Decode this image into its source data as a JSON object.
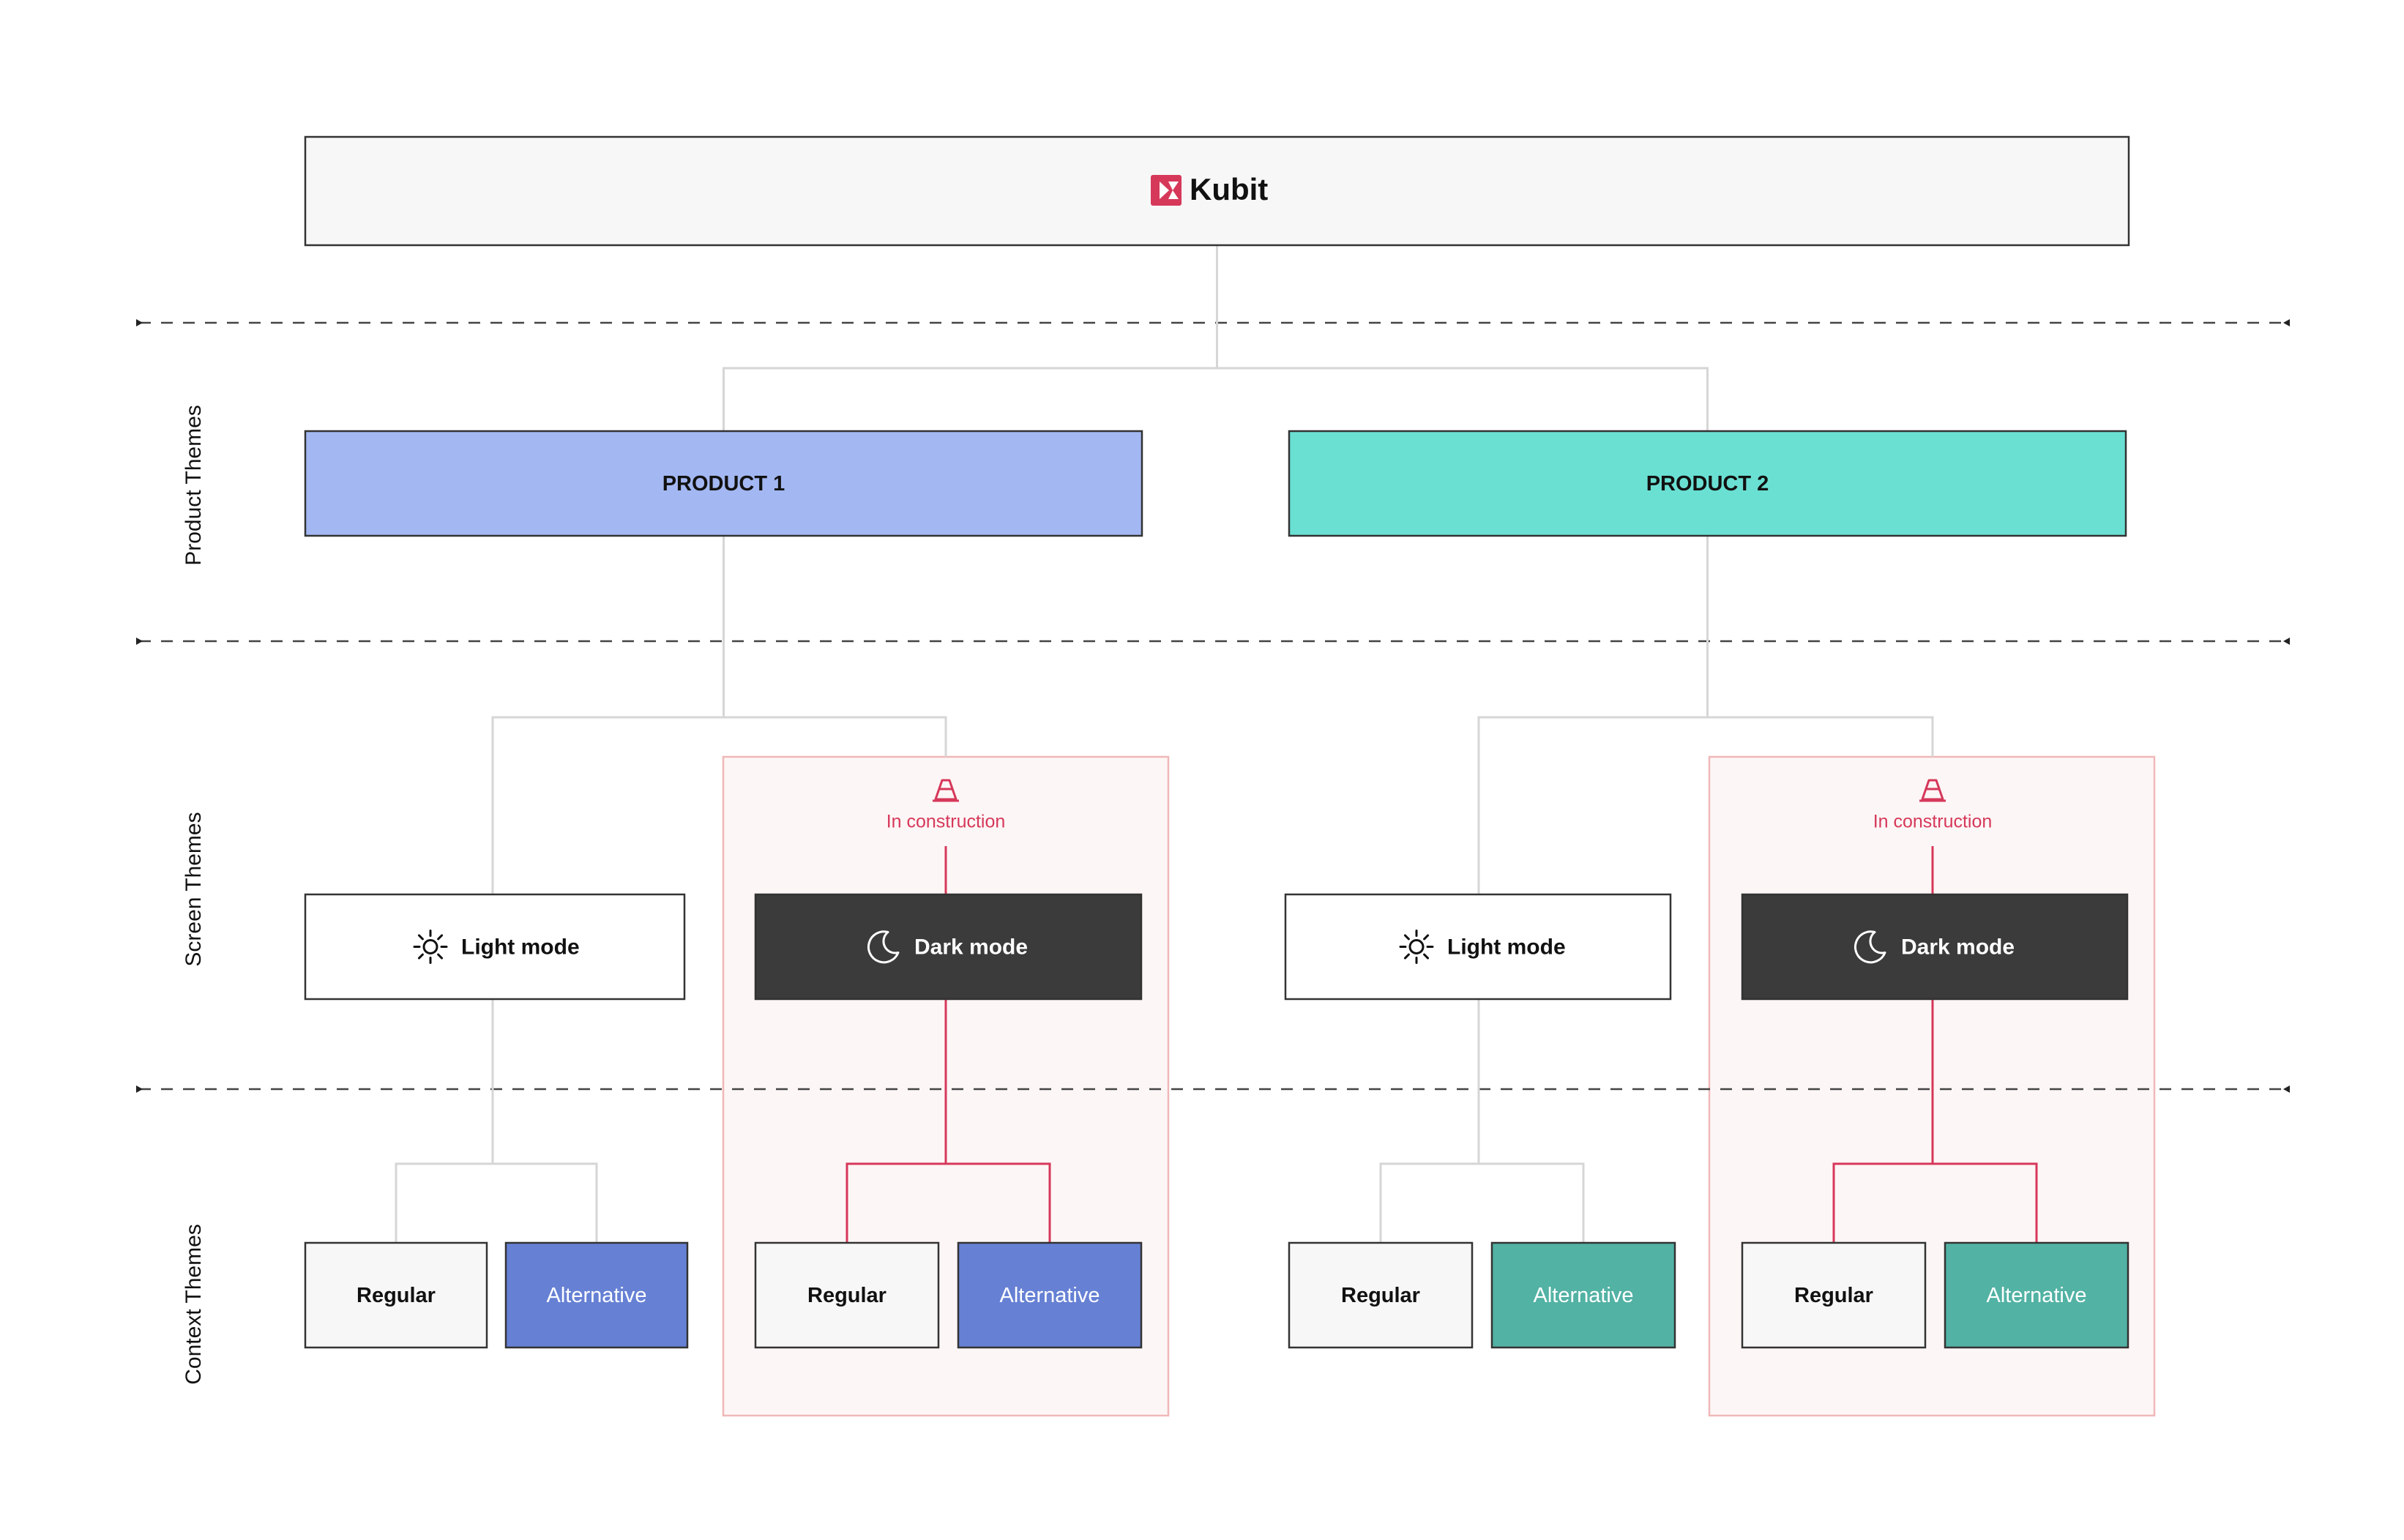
{
  "root": {
    "brand": "Kubit",
    "logo_icon": "kubit-logo-icon"
  },
  "levels": [
    {
      "key": "product",
      "label": "Product Themes"
    },
    {
      "key": "screen",
      "label": "Screen Themes"
    },
    {
      "key": "context",
      "label": "Context Themes"
    }
  ],
  "products": [
    {
      "label": "PRODUCT 1",
      "color": "#a3b8f2",
      "modes": [
        {
          "label": "Light mode",
          "icon": "sun-icon",
          "dark": false,
          "in_construction": false,
          "contexts": [
            {
              "label": "Regular",
              "color": "#f7f7f7"
            },
            {
              "label": "Alternative",
              "color": "#6680d4"
            }
          ]
        },
        {
          "label": "Dark mode",
          "icon": "moon-icon",
          "dark": true,
          "in_construction": true,
          "contexts": [
            {
              "label": "Regular",
              "color": "#f7f7f7"
            },
            {
              "label": "Alternative",
              "color": "#6680d4"
            }
          ]
        }
      ]
    },
    {
      "label": "PRODUCT 2",
      "color": "#6ae0d3",
      "modes": [
        {
          "label": "Light mode",
          "icon": "sun-icon",
          "dark": false,
          "in_construction": false,
          "contexts": [
            {
              "label": "Regular",
              "color": "#f7f7f7"
            },
            {
              "label": "Alternative",
              "color": "#52b2a4"
            }
          ]
        },
        {
          "label": "Dark mode",
          "icon": "moon-icon",
          "dark": true,
          "in_construction": true,
          "contexts": [
            {
              "label": "Regular",
              "color": "#f7f7f7"
            },
            {
              "label": "Alternative",
              "color": "#52b2a4"
            }
          ]
        }
      ]
    }
  ],
  "construction": {
    "label": "In construction",
    "icon": "construction-cone-icon"
  },
  "colors": {
    "accent_red": "#d6385a",
    "dark_box": "#3b3b3b",
    "connector_gray": "#d6d6d6",
    "construction_fill": "#fdf6f6",
    "construction_border": "#f0b8b8"
  }
}
